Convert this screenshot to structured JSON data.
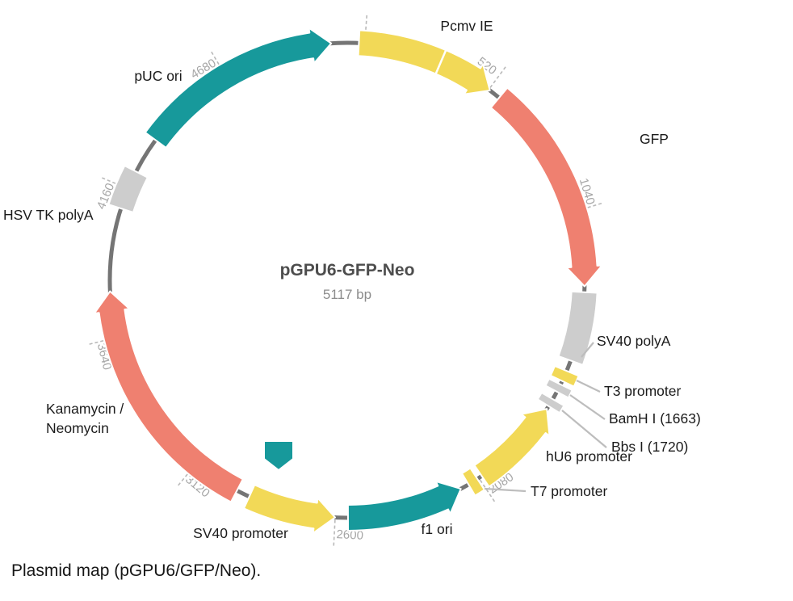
{
  "diagram": {
    "title": "pGPU6-GFP-Neo",
    "size_label": "5117 bp",
    "length_bp": 5117,
    "caption": "Plasmid map (pGPU6/GFP/Neo).",
    "ticks": [
      520,
      1040,
      2080,
      2600,
      3120,
      3640,
      4160,
      4680
    ],
    "unlabeled_ticks": [
      60
    ],
    "colors": {
      "promoter": "#f2d957",
      "cds": "#ef8070",
      "ori": "#17999b",
      "polya": "#cdcdcd",
      "backbone": "#757575",
      "tick": "#b9b9b9",
      "leader": "#bdbdbd"
    },
    "features": [
      {
        "id": "pcmv",
        "label": "Pcmv IE",
        "start": 40,
        "end": 525,
        "shape": "arrow",
        "dir": "cw",
        "color": "promoter",
        "divider_bp": 330
      },
      {
        "id": "gfp",
        "label": "GFP",
        "start": 565,
        "end": 1300,
        "shape": "arrow",
        "dir": "cw",
        "color": "cds"
      },
      {
        "id": "sv40polya",
        "label": "SV40 polyA",
        "start": 1320,
        "end": 1560,
        "shape": "block",
        "color": "polya"
      },
      {
        "id": "t3",
        "label": "T3 promoter",
        "start": 1598,
        "end": 1636,
        "shape": "block",
        "color": "promoter"
      },
      {
        "id": "hu6",
        "label": "hU6 promoter",
        "start": 1745,
        "end": 2068,
        "shape": "arrow",
        "dir": "ccw",
        "color": "promoter"
      },
      {
        "id": "t7",
        "label": "T7 promoter",
        "start": 2086,
        "end": 2122,
        "shape": "block",
        "color": "promoter"
      },
      {
        "id": "f1",
        "label": "f1 ori",
        "start": 2152,
        "end": 2556,
        "shape": "arrow",
        "dir": "ccw",
        "color": "ori"
      },
      {
        "id": "sv40prom",
        "label": "SV40 promoter",
        "start": 2600,
        "end": 2905,
        "shape": "arrow",
        "dir": "ccw",
        "color": "promoter"
      },
      {
        "id": "kanneo",
        "label": "Kanamycin / Neomycin",
        "label_lines": [
          "Kanamycin /",
          "Neomycin"
        ],
        "start": 2952,
        "end": 3800,
        "shape": "arrow",
        "dir": "cw",
        "color": "cds"
      },
      {
        "id": "hsvtk",
        "label": "HSV TK polyA",
        "start": 4088,
        "end": 4225,
        "shape": "block",
        "color": "polya"
      },
      {
        "id": "puc",
        "label": "pUC ori",
        "start": 4352,
        "end": 5062,
        "shape": "arrow",
        "dir": "cw",
        "color": "ori"
      }
    ],
    "sites": [
      {
        "id": "bamh1",
        "label": "BamH I (1663)",
        "bp": 1663
      },
      {
        "id": "bbs1",
        "label": "Bbs I (1720)",
        "bp": 1720
      }
    ]
  }
}
